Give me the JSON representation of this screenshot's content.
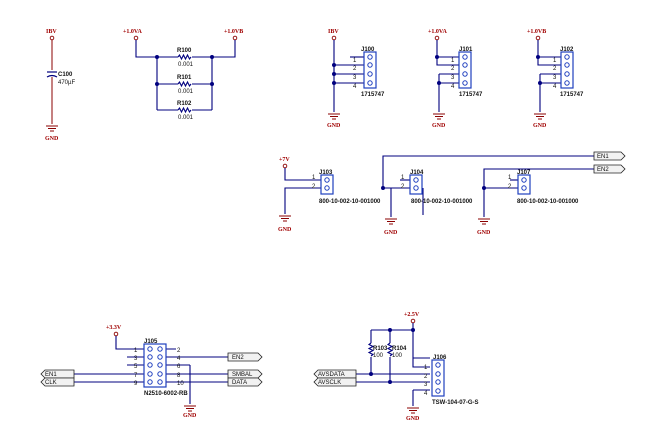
{
  "power_symbols": {
    "ibv_1": "IBV",
    "v10a_1": "+1.0VA",
    "v10b_1": "+1.0VB",
    "ibv_2": "IBV",
    "v10a_2": "+1.0VA",
    "v10b_2": "+1.0VB",
    "v7": "+7V",
    "v33": "+3.3V",
    "v25": "+2.5V"
  },
  "grounds": {
    "g1": "GND",
    "g2": "GND",
    "g3": "GND",
    "g4": "GND",
    "g5": "GND",
    "g6": "GND",
    "g7": "GND",
    "g8": "GND",
    "g9": "GND"
  },
  "capacitor": {
    "ref": "C100",
    "value": "470µF"
  },
  "resistors": {
    "r100": {
      "ref": "R100",
      "value": "0.001"
    },
    "r101": {
      "ref": "R101",
      "value": "0.001"
    },
    "r102": {
      "ref": "R102",
      "value": "0.001"
    },
    "r103": {
      "ref": "R103",
      "value": "100"
    },
    "r104": {
      "ref": "R104",
      "value": "100"
    }
  },
  "connectors": {
    "j100": {
      "ref": "J100",
      "part": "1715747",
      "pins": [
        "1",
        "2",
        "3",
        "4"
      ]
    },
    "j101": {
      "ref": "J101",
      "part": "1715747",
      "pins": [
        "1",
        "2",
        "3",
        "4"
      ]
    },
    "j102": {
      "ref": "J102",
      "part": "1715747",
      "pins": [
        "1",
        "2",
        "3",
        "4"
      ]
    },
    "j103": {
      "ref": "J103",
      "part": "800-10-002-10-001000",
      "pins": [
        "1",
        "2"
      ]
    },
    "j104": {
      "ref": "J104",
      "part": "800-10-002-10-001000",
      "pins": [
        "1",
        "2"
      ]
    },
    "j107": {
      "ref": "J107",
      "part": "800-10-002-10-001000",
      "pins": [
        "1",
        "2"
      ]
    },
    "j105": {
      "ref": "J105",
      "part": "N2510-6002-RB",
      "pins_left": [
        "1",
        "3",
        "5",
        "7",
        "9"
      ],
      "pins_right": [
        "2",
        "4",
        "6",
        "8",
        "10"
      ]
    },
    "j106": {
      "ref": "J106",
      "part": "TSW-104-07-G-S",
      "pins": [
        "1",
        "2",
        "3",
        "4"
      ]
    }
  },
  "net_flags": {
    "en1_top": "EN1",
    "en2_top": "EN2",
    "en1_bot": "EN1",
    "clk": "CLK",
    "en2_bot": "EN2",
    "smbal": "SMBAL",
    "data": "DATA",
    "avsdata": "AVSDATA",
    "avsclk": "AVSCLK"
  }
}
